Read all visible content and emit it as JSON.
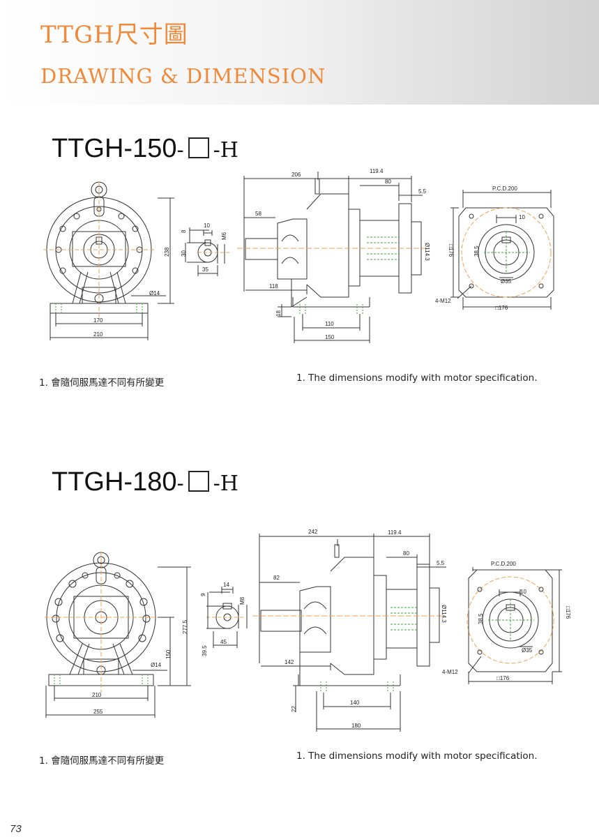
{
  "header": {
    "title_cn": "TTGH尺寸圖",
    "title_en": "DRAWING & DIMENSION"
  },
  "sections": [
    {
      "model_prefix": "TTGH-150",
      "model_sep": "-",
      "model_suffix": "H",
      "dims": {
        "front": {
          "height": "238",
          "dia": "Ø14",
          "base_inner": "170",
          "base_outer": "210"
        },
        "key": {
          "top": "8",
          "width": "10",
          "thread": "M6",
          "height": "30",
          "length": "35"
        },
        "side": {
          "total": "206",
          "shaft": "58",
          "mid": "118",
          "base_h": "18",
          "base_inner": "110",
          "base_outer": "150",
          "flange": "119.4",
          "flange2": "80",
          "gap": "5.5",
          "pilot": "Ø114.3"
        },
        "flange": {
          "pcd": "P.C.D.200",
          "key": "10",
          "bore_h": "38.5",
          "bore": "Ø35",
          "bolts": "4-M12",
          "sq_w": "□176",
          "sq_h": "□176"
        }
      },
      "note_cn": "1. 會隨伺服馬達不同有所變更",
      "note_en": "1. The dimensions modify with motor specification."
    },
    {
      "model_prefix": "TTGH-180",
      "model_sep": "-",
      "model_suffix": "H",
      "dims": {
        "front": {
          "height": "277.5",
          "dia": "Ø14",
          "center_h": "150",
          "base_inner": "210",
          "base_outer": "255"
        },
        "key": {
          "top": "9",
          "width": "14",
          "thread": "M8",
          "height": "39.5",
          "length": "45"
        },
        "side": {
          "total": "242",
          "shaft": "82",
          "mid": "142",
          "base_h": "22",
          "base_inner": "140",
          "base_outer": "180",
          "flange": "119.4",
          "flange2": "80",
          "gap": "5.5",
          "pilot": "Ø114.3"
        },
        "flange": {
          "pcd": "P.C.D.200",
          "key": "10",
          "bore_h": "38.5",
          "bore": "Ø35",
          "bolts": "4-M12",
          "sq_w": "□176",
          "sq_h": "□176"
        }
      },
      "note_cn": "1. 會隨伺服馬達不同有所變更",
      "note_en": "1. The dimensions modify with motor specification."
    }
  ],
  "page_number": "73",
  "colors": {
    "accent": "#f08a3a",
    "line": "#333333",
    "green": "#3aa83a",
    "orange_dash": "#f2a050"
  }
}
